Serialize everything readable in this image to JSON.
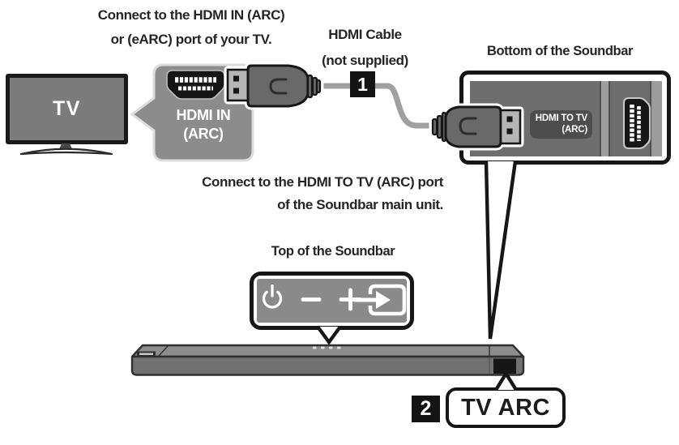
{
  "annotations": {
    "tv_port_instruction_line1": "Connect to the HDMI IN (ARC)",
    "tv_port_instruction_line2": "or (eARC) port of your TV.",
    "cable_label_line1": "HDMI Cable",
    "cable_label_line2": "(not supplied)",
    "soundbar_port_instruction_line1": "Connect to the HDMI TO TV (ARC) port",
    "soundbar_port_instruction_line2": "of the Soundbar main unit.",
    "bottom_of_soundbar_title": "Bottom of the Soundbar",
    "top_of_soundbar_title": "Top of the Soundbar"
  },
  "tv": {
    "label": "TV"
  },
  "tv_hdmi_port": {
    "label_line1": "HDMI IN",
    "label_line2": "(ARC)"
  },
  "soundbar_hdmi_port": {
    "label_line1": "HDMI TO TV",
    "label_line2": "(ARC)"
  },
  "steps": {
    "step1": "1",
    "step2": "2"
  },
  "tv_arc_callout": {
    "label": "TV ARC"
  },
  "panel_icons": [
    "power-icon",
    "volume-down-icon",
    "volume-up-icon",
    "source-icon"
  ],
  "colors": {
    "text": "#252525",
    "outline_black": "#161616",
    "tv_gray": "#7b7b7b",
    "callout_gray": "#8c8c8c",
    "panel_dark_gray": "#6e6e6e",
    "panel_light_stripe": "#9d9d9d",
    "control_panel_gray": "#8a8a8a",
    "soundbar_top": "#8d8d8d",
    "soundbar_front": "#717171",
    "cable_gray": "#a0a0a0",
    "plug_gray": "#696969",
    "connector_gray": "#b5b5b5",
    "badge_bg": "#141414",
    "port_label_bg": "#4d4d4d",
    "white": "#ffffff"
  }
}
